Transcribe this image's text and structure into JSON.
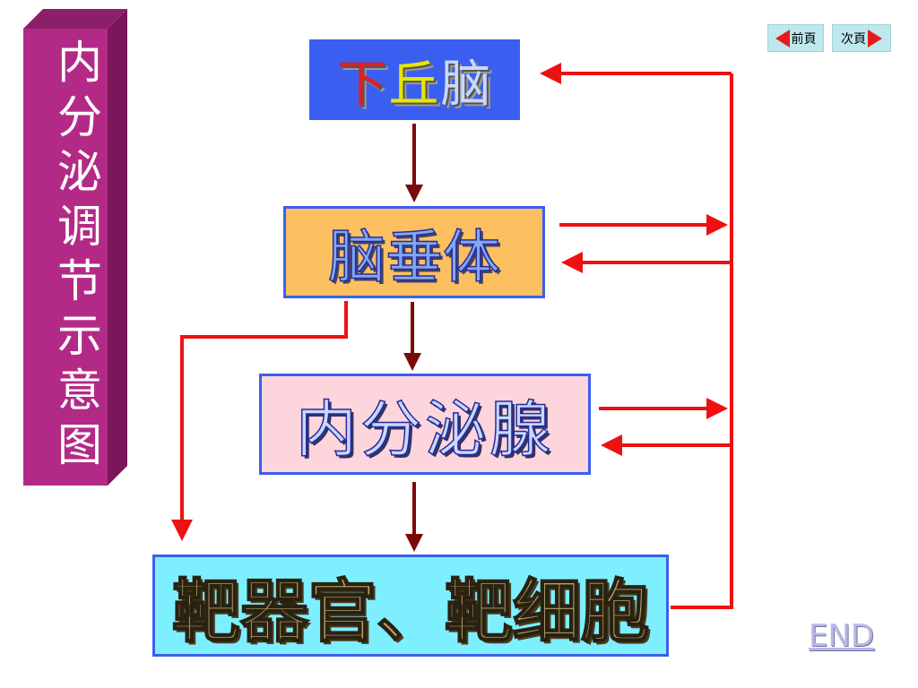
{
  "title": "内分泌调节示意图",
  "nav": {
    "prev_label": "前頁",
    "next_label": "次頁"
  },
  "boxes": {
    "hypothalamus": {
      "chars": [
        "下",
        "丘",
        "脑"
      ]
    },
    "pituitary": {
      "label": "脑垂体"
    },
    "endocrine_gland": {
      "label": "内分泌腺"
    },
    "target": {
      "label": "靶器官、靶细胞"
    }
  },
  "end_label": "END",
  "colors": {
    "banner_front": "#b32a86",
    "banner_side": "#7a1659",
    "banner_top": "#8c1f69",
    "hypothalamus_bg": "#3a5ff0",
    "pituitary_bg": "#fcc060",
    "endocrine_bg": "#fcd6dc",
    "target_bg": "#7eefff",
    "feedback_arrow": "#ee1111",
    "cascade_arrow": "#7a0a0a",
    "box_border": "#3a5ff0"
  },
  "icons": {
    "prev": "triangle-left-icon",
    "next": "triangle-right-icon"
  }
}
